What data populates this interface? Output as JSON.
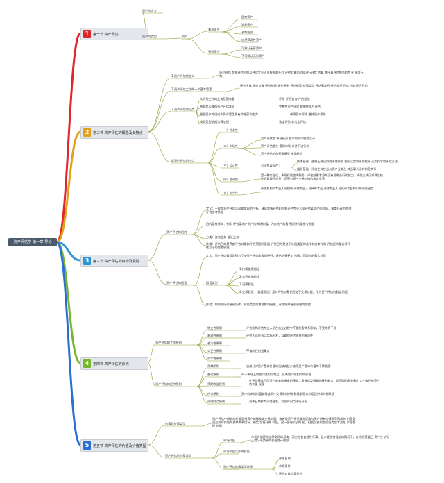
{
  "root": "资产评估学 第一章 导论",
  "colors": {
    "s1": "#e0262b",
    "s2": "#e0a11b",
    "s3": "#2b95d6",
    "s4": "#79b72a",
    "s5": "#2b6fd6",
    "branch": "#8a9a2e"
  },
  "sections": [
    {
      "num": "1",
      "label": "第一节 资产概述"
    },
    {
      "num": "2",
      "label": "第二节 资产评估的概念及其特点"
    },
    {
      "num": "3",
      "label": "第三节 资产评估的目的及假设"
    },
    {
      "num": "4",
      "label": "第四节 资产评估的原则"
    },
    {
      "num": "5",
      "label": "第五节 资产评估的价值及价值类型"
    }
  ],
  "s1": {
    "definition": "资产的含义",
    "types": "资产的类型",
    "asset": "资产",
    "tangible": "有形资产",
    "tangible_items": [
      "固定资产",
      "流动资产",
      "长期投资",
      "自然资源性资产"
    ],
    "intangible": "无形资产",
    "intangible_items": [
      "可辨认无形资产",
      "不可辨认无形资产"
    ]
  },
  "s2": {
    "concept": "1.资产评估的含义",
    "concept_text": "资产评估 是指评估机构及评估专业人员根据委托对 评估对象的价值进行评定 估算 并出具评估报告的专业 服务行为。",
    "elements": "2.资产评估工作的十个基本要素",
    "elements_text": "评估主体 评估对象 评估依据 评估原则 评估假设 价值类型 评估基准日 评估程序 评估方法 评估目的",
    "classification": "3.资产评估的分类",
    "class_rows": [
      {
        "label": "从评估工作的业务范围来看",
        "value": "评估 评估咨询 评估复核"
      },
      {
        "label": "根据是否遵循资产评估准则",
        "value": "完整性资产评估 限制性资产评估"
      },
      {
        "label": "根据资产的组成和资产是否具有综合获利能力",
        "value": "单项资产评估 整体资产评估"
      },
      {
        "label": "按照是否依据法律法规",
        "value": "法定评估 非法定评估"
      }
    ],
    "characteristics": "4.资产评估的特点",
    "chars": [
      {
        "label": "（一）时点性",
        "items": []
      },
      {
        "label": "（二）市场性",
        "items": [
          "资产评估是 市场经济 要求的中介服务活动",
          "资产评估是在 模拟市场 条件下进行的",
          "资产评估的结果要接受 市场检验"
        ]
      },
      {
        "label": "（三）公正性",
        "items": [
          "公正性表现在：",
          "技术基础：遵循正确适用的评估原则 依照法定的评估程序 运用科学的评估方法",
          "组织基础：评估主体应当与资产业务及 其当事人没有利害关系"
        ]
      },
      {
        "label": "（四）咨询性",
        "items": [
          "是一种专业化、市场化的咨询服务，评估结果本身并没有强制执行的效力，评估主体只对评估结论的客观性负责，而不对资产交易价格的决定负责"
        ]
      },
      {
        "label": "（五）专业性",
        "items": [
          "评估机构和专业人员组成 评估专业人员具有专业 评估专业人员具有专业知识和评估经验"
        ]
      }
    ]
  },
  "s3": {
    "purpose": "资产评估的目的",
    "purpose_items": [
      "定义：一般是资产评估活动要实现的目标。具体是指评估机构和评估专业人员评估某资产的价值，来委托双方提供评估参考依据",
      "目的是有意义：例如 评估某地产资产的市场价值，为房地产的租押提供价值参考依据",
      "分类：咨询业务 鉴证业务",
      "作用：评估目的是界定评估对象和评估范围的基础 评估目的是对于价值类型的选择有约束作用 评估目的是选择评估方法的重要依据"
    ],
    "hypothesis": "资产评估的假设",
    "hyp_def": "定义：资产评估假设是指为了使资产评估能顺利进行，评估结果更加 合理，而设立的假定前提",
    "hyp_types": "假设类型",
    "hyp_items": [
      "1.持续使用假设",
      "2.公开市场假设",
      "3.清算假设",
      "4.交易假设 （重要假设）是对评估对象已经处于交易过程，作为资产评估的假定前提"
    ],
    "hyp_role": "作用：顺利进行的基础条件，价值类型的重要影响因素，评估结果客观合理的前提"
  },
  "s4": {
    "work": "资产评估的工作原则",
    "work_items": [
      {
        "label": "独立性原则",
        "value": "评估机构评估专业人员在执业过程中不受利害关系影响，不受外界干扰"
      },
      {
        "label": "客观性原则",
        "value": "评估人员应当以实际出发，以确保评估结果的客观性"
      },
      {
        "label": "合法性原则",
        "value": ""
      },
      {
        "label": "公正性原则",
        "value": "不偏向任何当事方"
      },
      {
        "label": "科学性原则",
        "value": ""
      }
    ],
    "economic": "资产评估的经济原则",
    "eco_items": [
      {
        "label": "贡献原则",
        "value": "该部分对资产整体价值的贡献或缺少该项资产整体价值的下降程度"
      },
      {
        "label": "替代原则",
        "value": "同一市场上的相同或相似商品，具有相同或相似的价格"
      },
      {
        "label": "预期收益原则",
        "value": "在评估基准日后资产未来能带来的预期，净收益及预期的获利能力，用预期的获利能力大小来评价资产的价值 现值"
      },
      {
        "label": "供求原则",
        "value": "资产的市场价值体现该资产交易市场供给和需求双方作用及供求均衡状况"
      },
      {
        "label": "评估时点原则",
        "value": "具体日期作为评估基准，对应时间点进行分析"
      }
    ]
  },
  "s5": {
    "value_types": "价值及价值类型",
    "value_text": "资产评估中所说的价值是指资产的标准或交易价值。或者说资产评估通常是由与资产所有的情况等形成的 价值是通过资产价值的关联关系估计，确定 后在计算 价值，这一合理价值的 也，但要注意的是价值类型本身是 产生合理 价值",
    "categories": "资产评估的价值类型",
    "market": "市场价值",
    "market_text": "市场价值是指自愿交易的买卖、双方在各自理性行事、且未受任何强迫的情况下，在评估基准日 资产在 进行正常公平交易的价值估计数额",
    "non_market": "市场价值以外的价值",
    "factors": "资产评估价值类型选择",
    "factor_items": [
      "评估目的",
      "市场条件",
      "评估对象自身条件"
    ]
  }
}
